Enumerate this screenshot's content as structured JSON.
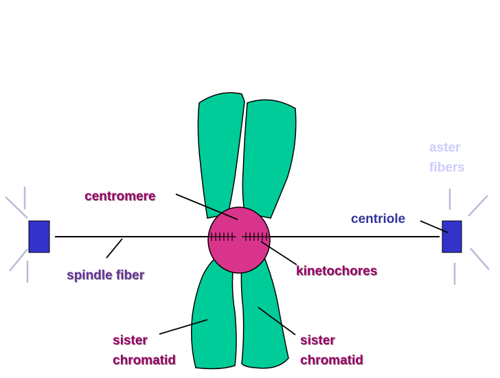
{
  "labels": {
    "centromere": "centromere",
    "centriole": "centriole",
    "spindle_fiber": "spindle fiber",
    "kinetochores": "kinetochores",
    "aster_line1": "aster",
    "aster_line2": "fibers",
    "sister_left_line1": "sister",
    "sister_left_line2": "chromatid",
    "sister_right_line1": "sister",
    "sister_right_line2": "chromatid"
  },
  "colors": {
    "chromatid": "#00cc99",
    "centromere": "#d9348c",
    "centriole": "#3333cc",
    "pink_label": "#990066",
    "blue_label": "#333399",
    "purple_label": "#663399",
    "aster": "#ccccff"
  }
}
